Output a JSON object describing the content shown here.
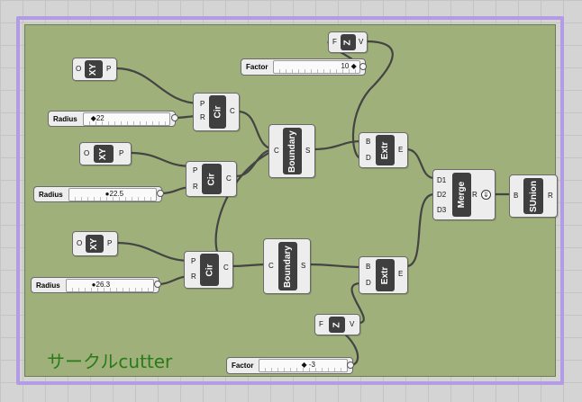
{
  "group": {
    "label": "サークルcutter"
  },
  "colors": {
    "canvas": "#d4d4d4",
    "group_fill": "#9fb07a",
    "group_border": "#b39be6",
    "wire": "#444444",
    "label": "#2a7a1a"
  },
  "xy1": {
    "title": "XY",
    "in": "O",
    "out": "P"
  },
  "xy2": {
    "title": "XY",
    "in": "O",
    "out": "P"
  },
  "xy3": {
    "title": "XY",
    "in": "O",
    "out": "P"
  },
  "r1": {
    "label": "Radius",
    "value": "22"
  },
  "r2": {
    "label": "Radius",
    "value": "22.5"
  },
  "r3": {
    "label": "Radius",
    "value": "26.3"
  },
  "cir1": {
    "title": "Cir",
    "in1": "P",
    "in2": "R",
    "out": "C"
  },
  "cir2": {
    "title": "Cir",
    "in1": "P",
    "in2": "R",
    "out": "C"
  },
  "cir3": {
    "title": "Cir",
    "in1": "P",
    "in2": "R",
    "out": "C"
  },
  "bnd1": {
    "title": "Boundary",
    "in": "C",
    "out": "S"
  },
  "bnd2": {
    "title": "Boundary",
    "in": "C",
    "out": "S"
  },
  "z1": {
    "title": "Z",
    "in": "F",
    "out": "V"
  },
  "z2": {
    "title": "Z",
    "in": "F",
    "out": "V"
  },
  "f1": {
    "label": "Factor",
    "value": "10"
  },
  "f2": {
    "label": "Factor",
    "value": "-3"
  },
  "ext1": {
    "title": "Extr",
    "in1": "B",
    "in2": "D",
    "out": "E"
  },
  "ext2": {
    "title": "Extr",
    "in1": "B",
    "in2": "D",
    "out": "E"
  },
  "merge": {
    "title": "Merge",
    "in1": "D1",
    "in2": "D2",
    "in3": "D3",
    "out": "R"
  },
  "sunion": {
    "title": "SUnion",
    "in": "B",
    "out": "R"
  }
}
